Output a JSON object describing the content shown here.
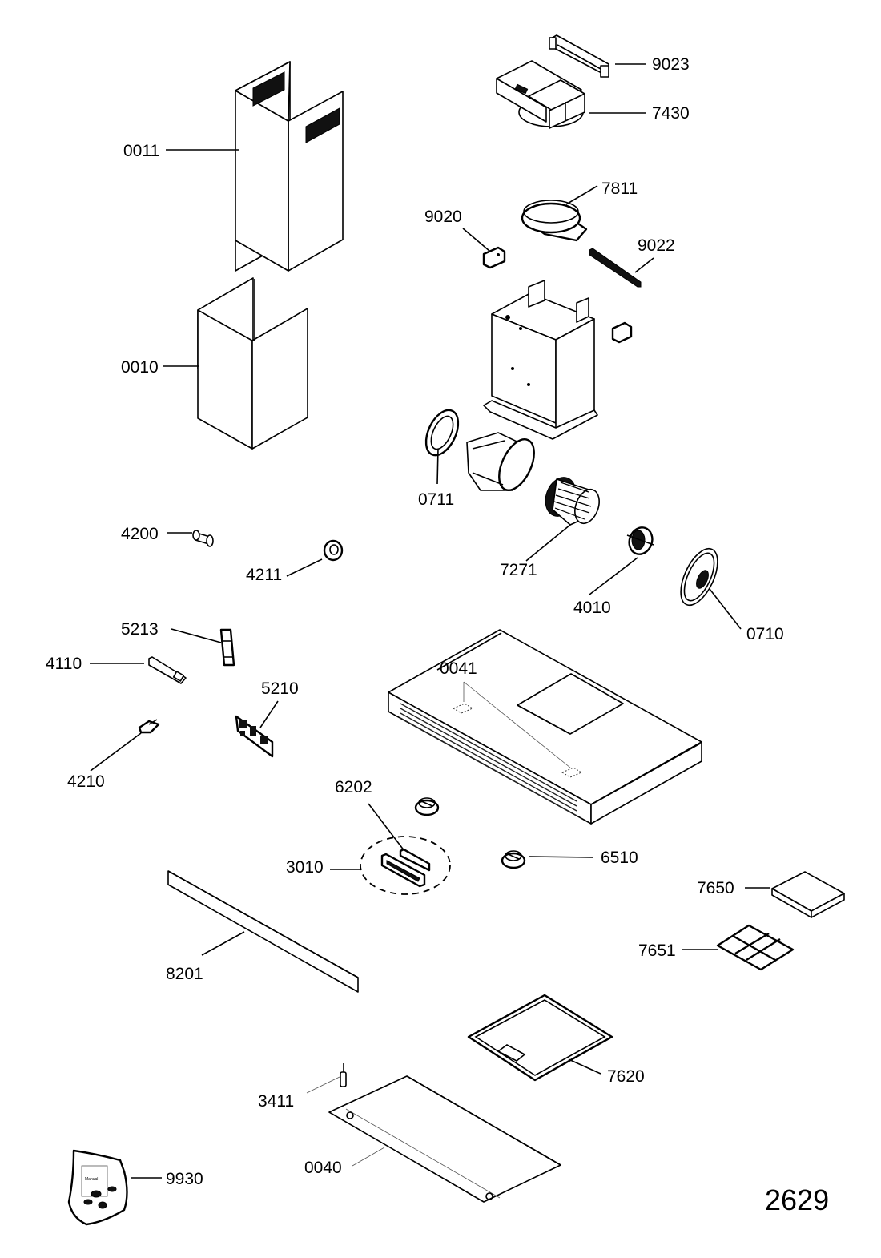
{
  "diagram": {
    "title": "Cooker hood exploded parts diagram",
    "drawing_number": "2629",
    "bag_text": "Manual",
    "parts": {
      "p0011": "0011",
      "p0010": "0010",
      "p9023": "9023",
      "p7430": "7430",
      "p7811": "7811",
      "p9020": "9020",
      "p9022": "9022",
      "p0711": "0711",
      "p7271": "7271",
      "p4010": "4010",
      "p0710": "0710",
      "p4200": "4200",
      "p4211": "4211",
      "p5213": "5213",
      "p4110": "4110",
      "p5210": "5210",
      "p4210": "4210",
      "p0041": "0041",
      "p6202": "6202",
      "p3010": "3010",
      "p6510": "6510",
      "p7650": "7650",
      "p7651": "7651",
      "p8201": "8201",
      "p7620": "7620",
      "p3411": "3411",
      "p0040": "0040",
      "p9930": "9930"
    }
  }
}
